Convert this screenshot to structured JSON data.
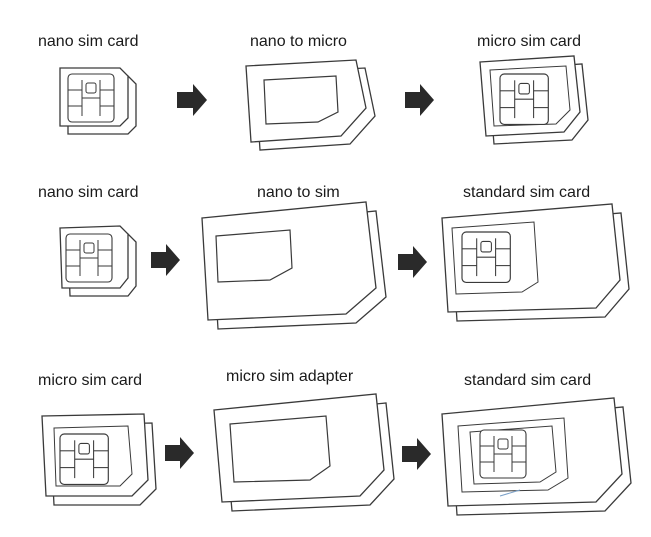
{
  "rows": [
    {
      "left_label": "nano sim card",
      "middle_label": "nano to micro",
      "right_label": "micro sim card"
    },
    {
      "left_label": "nano sim card",
      "middle_label": "nano to sim",
      "right_label": "standard sim card"
    },
    {
      "left_label": "micro sim card",
      "middle_label": "micro sim adapter",
      "right_label": "standard sim card"
    }
  ],
  "icons": {
    "arrow": "right-arrow-icon",
    "card": "sim-card-icon",
    "chip": "sim-chip-icon"
  }
}
